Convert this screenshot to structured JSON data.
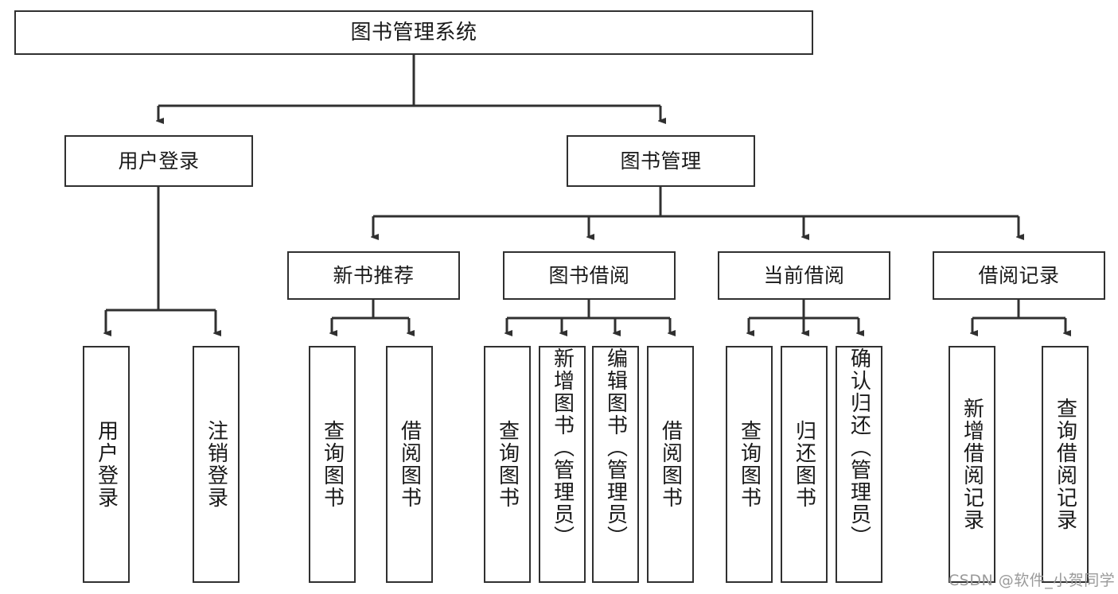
{
  "diagram": {
    "title": "图书管理系统",
    "type": "hierarchy-tree",
    "root": {
      "id": "root",
      "label": "图书管理系统"
    },
    "level2": [
      {
        "id": "user-login",
        "label": "用户登录"
      },
      {
        "id": "book-manage",
        "label": "图书管理"
      }
    ],
    "level3": [
      {
        "id": "new-book-rec",
        "label": "新书推荐",
        "parent": "book-manage"
      },
      {
        "id": "book-borrow",
        "label": "图书借阅",
        "parent": "book-manage"
      },
      {
        "id": "current-borrow",
        "label": "当前借阅",
        "parent": "book-manage"
      },
      {
        "id": "borrow-record",
        "label": "借阅记录",
        "parent": "book-manage"
      }
    ],
    "leaves": [
      {
        "id": "leaf-user-login",
        "label": "用户登录",
        "parent": "user-login"
      },
      {
        "id": "leaf-logout",
        "label": "注销登录",
        "parent": "user-login"
      },
      {
        "id": "leaf-query-book-1",
        "label": "查询图书",
        "parent": "new-book-rec"
      },
      {
        "id": "leaf-borrow-book-1",
        "label": "借阅图书",
        "parent": "new-book-rec"
      },
      {
        "id": "leaf-query-book-2",
        "label": "查询图书",
        "parent": "book-borrow"
      },
      {
        "id": "leaf-add-book",
        "label": "新增图书（管理员）",
        "parent": "book-borrow"
      },
      {
        "id": "leaf-edit-book",
        "label": "编辑图书（管理员）",
        "parent": "book-borrow"
      },
      {
        "id": "leaf-borrow-book-2",
        "label": "借阅图书",
        "parent": "book-borrow"
      },
      {
        "id": "leaf-query-book-3",
        "label": "查询图书",
        "parent": "current-borrow"
      },
      {
        "id": "leaf-return-book",
        "label": "归还图书",
        "parent": "current-borrow"
      },
      {
        "id": "leaf-confirm-return",
        "label": "确认归还（管理员）",
        "parent": "current-borrow"
      },
      {
        "id": "leaf-add-record",
        "label": "新增借阅记录",
        "parent": "borrow-record"
      },
      {
        "id": "leaf-query-record",
        "label": "查询借阅记录",
        "parent": "borrow-record"
      }
    ],
    "watermark": "CSDN @软件_小贺同学",
    "colors": {
      "stroke": "#303030",
      "fill": "#ffffff",
      "text": "#1a1a1a",
      "watermark": "#9a9a9a"
    }
  }
}
